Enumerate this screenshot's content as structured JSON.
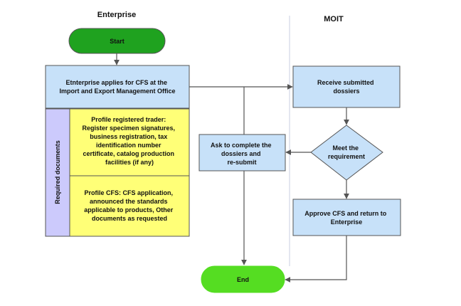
{
  "lanes": {
    "enterprise": "Enterprise",
    "moit": "MOIT"
  },
  "nodes": {
    "start": "Start",
    "apply": [
      "Etnterprise applies for CFS at the",
      "Import and Export Management Office"
    ],
    "required_docs_label": "Required documents",
    "profile_trader": [
      "Profile registered trader:",
      "Register specimen signatures,",
      "business registration, tax",
      "identification number",
      "certificate, catalog production",
      "facilities (if any)"
    ],
    "profile_cfs": [
      "Profile CFS: CFS application,",
      "announced the standards",
      "applicable to products, Other",
      "documents as requested"
    ],
    "receive": [
      "Receive submitted",
      "dossiers"
    ],
    "decision": [
      "Meet the",
      "requirement"
    ],
    "ask": [
      "Ask to complete the",
      "dossiers and",
      "re-submit"
    ],
    "approve": [
      "Approve CFS and return to",
      "Enterprise"
    ],
    "end": "End"
  },
  "colors": {
    "start_fill": "#1fa21f",
    "end_fill": "#55dd22",
    "process_fill": "#c7e1f9",
    "docs_fill": "#ffff77",
    "label_fill": "#cccafc",
    "stroke": "#555555",
    "divider": "#c9cfe2"
  }
}
